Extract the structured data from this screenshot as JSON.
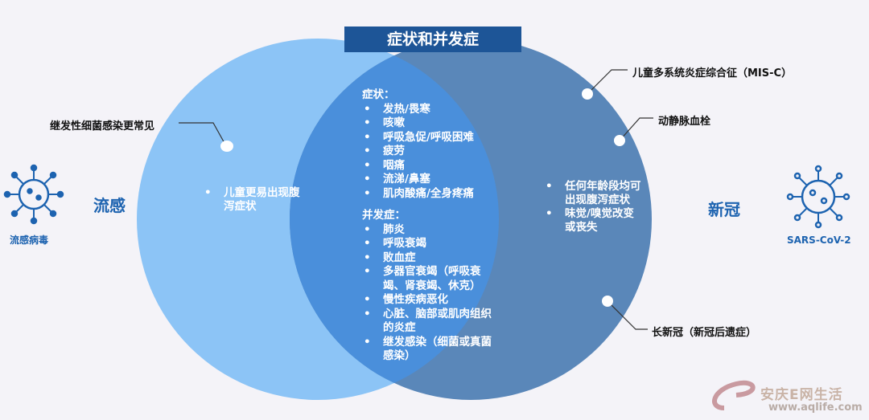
{
  "title": "症状和并发症",
  "left": {
    "name": "流感",
    "virus": "流感病毒",
    "items": [
      "儿童更易出现腹泻症状"
    ],
    "callout": "继发性细菌感染更常见"
  },
  "right": {
    "name": "新冠",
    "virus": "SARS-CoV-2",
    "items": [
      "任何年龄段均可出现腹泻症状",
      "味觉/嗅觉改变或丧失"
    ],
    "callouts": [
      "儿童多系统炎症综合征（MIS-C）",
      "动静脉血栓",
      "长新冠（新冠后遗症）"
    ]
  },
  "center": {
    "symptoms_title": "症状：",
    "symptoms": [
      "发热/畏寒",
      "咳嗽",
      "呼吸急促/呼吸困难",
      "疲劳",
      "咽痛",
      "流涕/鼻塞",
      "肌肉酸痛/全身疼痛"
    ],
    "complications_title": "并发症：",
    "complications": [
      "肺炎",
      "呼吸衰竭",
      "败血症",
      "多器官衰竭（呼吸衰竭、肾衰竭、休克）",
      "慢性疾病恶化",
      "心脏、脑部或肌肉组织的炎症",
      "继发感染（细菌或真菌感染）"
    ]
  },
  "watermark": {
    "name": "安庆E网生活",
    "url": "www.aqlife.com"
  },
  "colors": {
    "left": "#8cc4f6",
    "right": "#5a87b9",
    "overlap": "#4a8fdb",
    "title_bg": "#1d5597"
  }
}
